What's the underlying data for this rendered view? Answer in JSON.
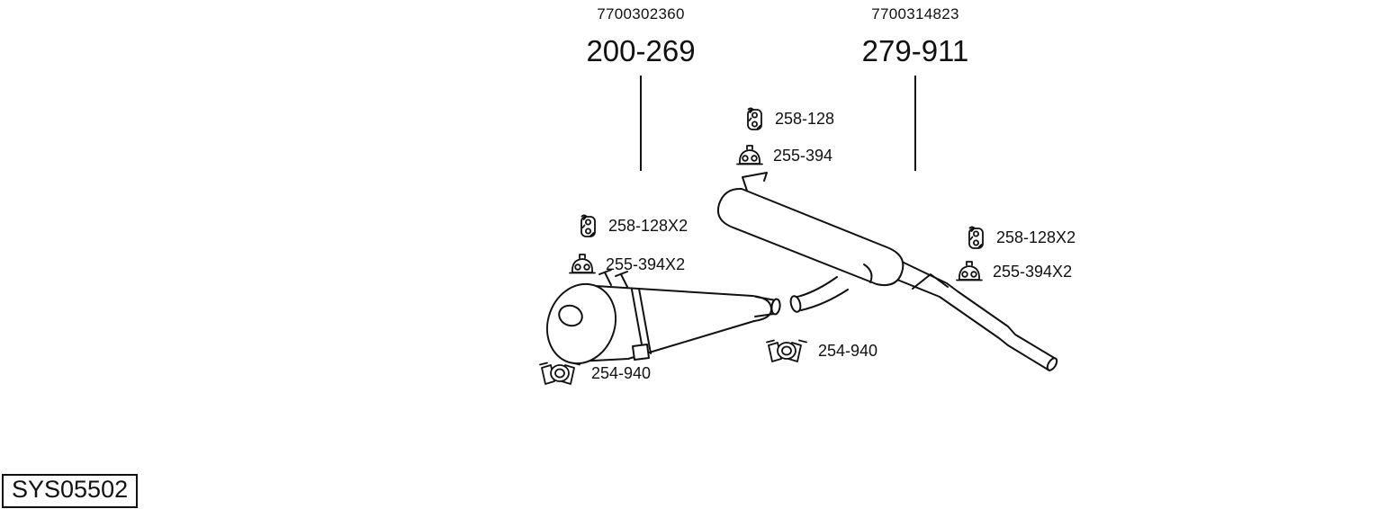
{
  "systems": [
    {
      "oe_number": "7700302360",
      "code": "200-269"
    },
    {
      "oe_number": "7700314823",
      "code": "279-911"
    }
  ],
  "callouts": [
    {
      "label": "258-128",
      "icon": "hanger-icon"
    },
    {
      "label": "255-394",
      "icon": "mount-icon"
    },
    {
      "label": "258-128X2",
      "icon": "hanger-icon"
    },
    {
      "label": "255-394X2",
      "icon": "mount-icon"
    },
    {
      "label": "258-128X2",
      "icon": "hanger-icon"
    },
    {
      "label": "255-394X2",
      "icon": "mount-icon"
    },
    {
      "label": "254-940",
      "icon": "clamp-icon"
    },
    {
      "label": "254-940",
      "icon": "clamp-icon"
    }
  ],
  "system_id": "SYS05502",
  "colors": {
    "line": "#111111",
    "background": "#ffffff"
  }
}
